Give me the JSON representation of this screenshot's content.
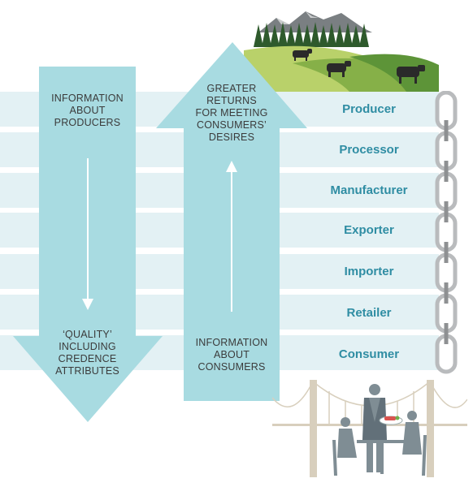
{
  "chain": {
    "stages": [
      {
        "label": "Producer"
      },
      {
        "label": "Processor"
      },
      {
        "label": "Manufacturer"
      },
      {
        "label": "Exporter"
      },
      {
        "label": "Importer"
      },
      {
        "label": "Retailer"
      },
      {
        "label": "Consumer"
      }
    ]
  },
  "down_arrow": {
    "top_text": [
      "INFORMATION",
      "ABOUT",
      "PRODUCERS"
    ],
    "bottom_text": [
      "‘QUALITY’",
      "INCLUDING",
      "CREDENCE",
      "ATTRIBUTES"
    ]
  },
  "up_arrow": {
    "top_text": [
      "GREATER",
      "RETURNS",
      "FOR MEETING",
      "CONSUMERS’",
      "DESIRES"
    ],
    "bottom_text": [
      "INFORMATION",
      "ABOUT",
      "CONSUMERS"
    ]
  },
  "colors": {
    "arrow_fill": "#a8dbe1",
    "band_fill": "#e3f1f4",
    "stage_text": "#2f8da3",
    "chain": "#b9bbbd",
    "silhouette": "#7f8d94"
  },
  "icons": {
    "landscape": "farm-landscape-with-cattle",
    "chain": "chain-links",
    "restaurant": "restaurant-scene-with-bridge"
  }
}
